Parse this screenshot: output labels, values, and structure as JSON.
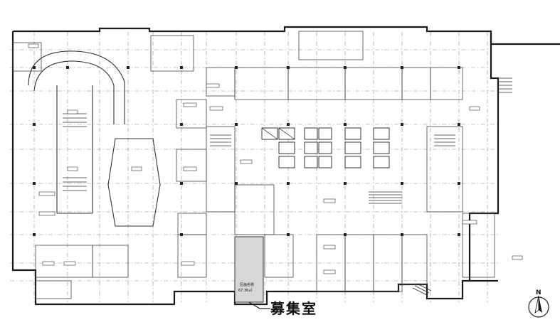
{
  "callout": {
    "label": "募集室",
    "room_name": "区画名称",
    "room_area": "67.36㎡"
  },
  "compass": {
    "north_label": "N"
  }
}
